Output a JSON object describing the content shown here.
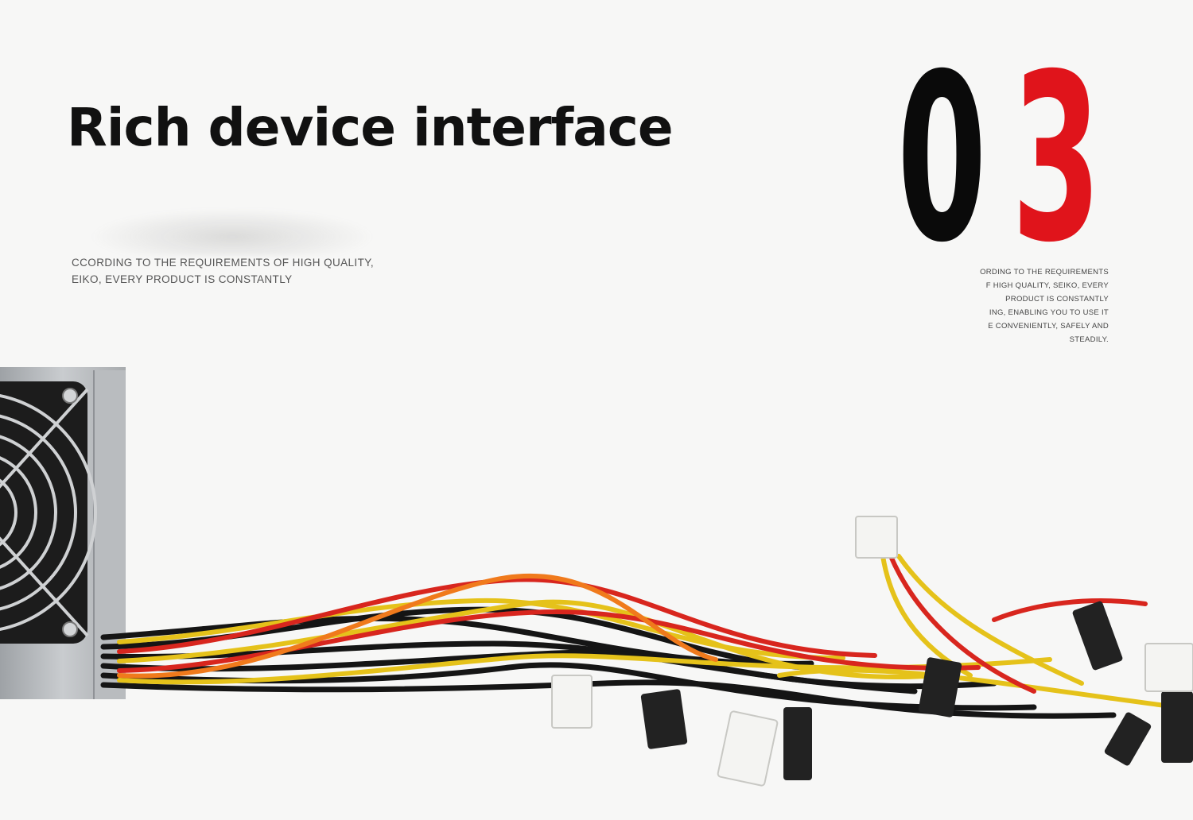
{
  "headline": "Rich device interface",
  "section_number": {
    "first_digit": "0",
    "second_digit": "3"
  },
  "caption_left": {
    "line1": "CCORDING TO THE REQUIREMENTS OF HIGH QUALITY,",
    "line2": "EIKO, EVERY PRODUCT IS CONSTANTLY"
  },
  "caption_right": {
    "lines": [
      "ORDING TO THE REQUIREMENTS",
      "F HIGH QUALITY, SEIKO, EVERY",
      "PRODUCT IS CONSTANTLY",
      "ING, ENABLING YOU TO USE IT",
      "E CONVENIENTLY, SAFELY AND",
      "STEADILY."
    ]
  },
  "colors": {
    "background": "#f7f7f6",
    "digit_black": "#0a0a0a",
    "digit_red": "#e0141b"
  }
}
